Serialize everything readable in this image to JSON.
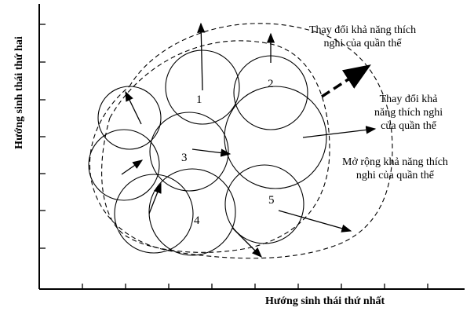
{
  "axes": {
    "x_label": "Hướng sinh thái thứ  nhất",
    "y_label": "Hướng sinh thái thứ  hai"
  },
  "annotations": [
    "Thay đổi khả năng thích nghi của quần thể",
    "Thay đổi khả năng thích nghi của quần thể",
    "Mở rộng khả năng thích nghi của quần thể"
  ],
  "annotation_lines": [
    [
      "Thay đổi khả năng thích",
      "nghi của quần thể"
    ],
    [
      "Thay đổi khả",
      "năng thích nghi",
      "của quần thể"
    ],
    [
      "Mở rộng khả năng thích",
      "nghi của quần thể"
    ]
  ],
  "niche_labels": [
    "1",
    "2",
    "3",
    "4",
    "5"
  ]
}
